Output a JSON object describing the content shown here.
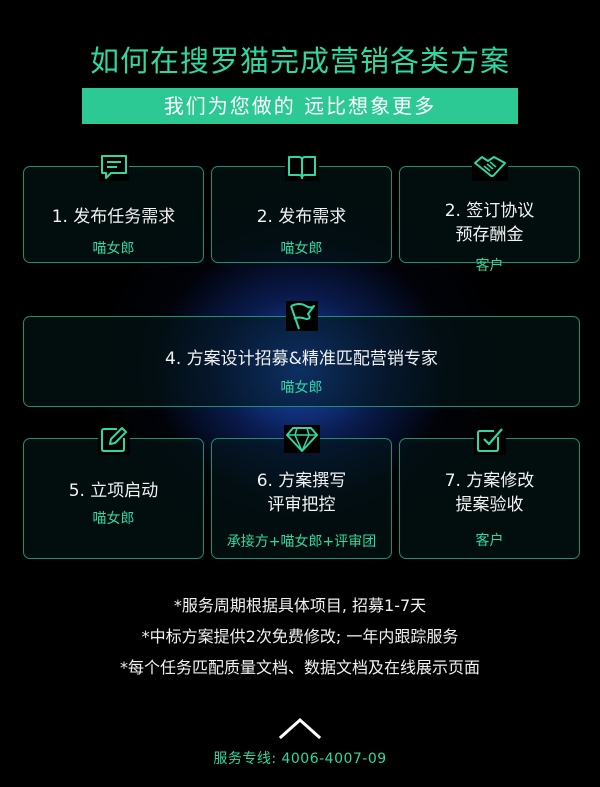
{
  "page": {
    "title": "如何在搜罗猫完成营销各类方案",
    "banner": "我们为您做的  远比想象更多"
  },
  "steps": [
    {
      "icon": "message-icon",
      "title_lines": [
        "1. 发布任务需求"
      ],
      "role": "喵女郎"
    },
    {
      "icon": "book-icon",
      "title_lines": [
        "2. 发布需求"
      ],
      "role": "喵女郎"
    },
    {
      "icon": "handshake-icon",
      "title_lines": [
        "2. 签订协议",
        "预存酬金"
      ],
      "role": "客户"
    },
    {
      "icon": "flag-icon",
      "title_lines": [
        "4. 方案设计招募&精准匹配营销专家"
      ],
      "role": "喵女郎"
    },
    {
      "icon": "edit-icon",
      "title_lines": [
        "5. 立项启动"
      ],
      "role": "喵女郎"
    },
    {
      "icon": "diamond-icon",
      "title_lines": [
        "6. 方案撰写",
        "评审把控"
      ],
      "role": "承接方+喵女郎+评审团"
    },
    {
      "icon": "checkbox-icon",
      "title_lines": [
        "7. 方案修改",
        "提案验收"
      ],
      "role": "客户"
    }
  ],
  "notes": [
    "*服务周期根据具体项目, 招募1-7天",
    "*中标方案提供2次免费修改; 一年内跟踪服务",
    "*每个任务匹配质量文档、数据文档及在线展示页面"
  ],
  "footer": {
    "icon": "chevron-up-icon",
    "hotline": "服务专线: 4006-4007-09"
  },
  "colors": {
    "accent": "#2fd8a2",
    "banner": "#2cc995",
    "border": "#1d8f6b",
    "background": "#000000"
  }
}
